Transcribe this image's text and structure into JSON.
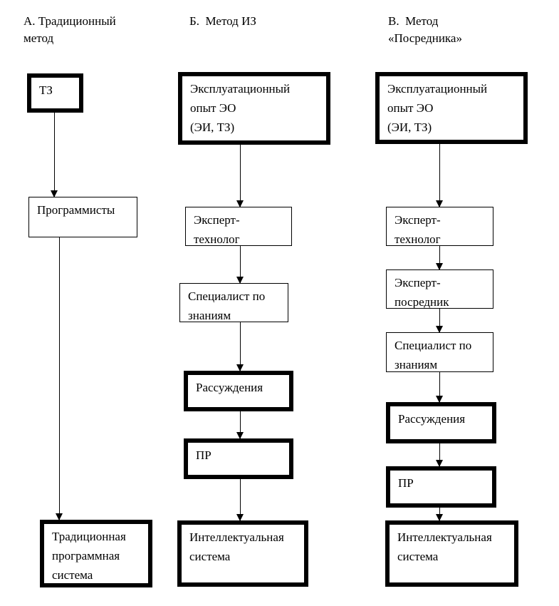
{
  "colors": {
    "ink": "#000000",
    "paper": "#ffffff"
  },
  "columns": {
    "a": {
      "title": "А. Традиционный\nметод",
      "boxes": {
        "tz": "ТЗ",
        "programmers": "Программисты",
        "traditional_system": "Традиционная\nпрограммная\nсистема"
      }
    },
    "b": {
      "title": "Б.  Метод ИЗ",
      "boxes": {
        "operational_experience": "Эксплуатационный\nопыт ЭО\n(ЭИ, ТЗ)",
        "expert_technologist": "Эксперт-\nтехнолог",
        "knowledge_specialist": "Специалист по\nзнаниям",
        "reasoning": "Рассуждения",
        "pr": "ПР",
        "intelligent_system": "Интеллектуальная\nсистема"
      }
    },
    "c": {
      "title": "В.  Метод\n«Посредника»",
      "boxes": {
        "operational_experience": "Эксплуатационный\nопыт ЭО\n(ЭИ, ТЗ)",
        "expert_technologist": "Эксперт-\nтехнолог",
        "expert_mediator": "Эксперт-\nпосредник",
        "knowledge_specialist": "Специалист по\nзнаниям",
        "reasoning": "Рассуждения",
        "pr": "ПР",
        "intelligent_system": "Интеллектуальная\nсистема"
      }
    }
  }
}
